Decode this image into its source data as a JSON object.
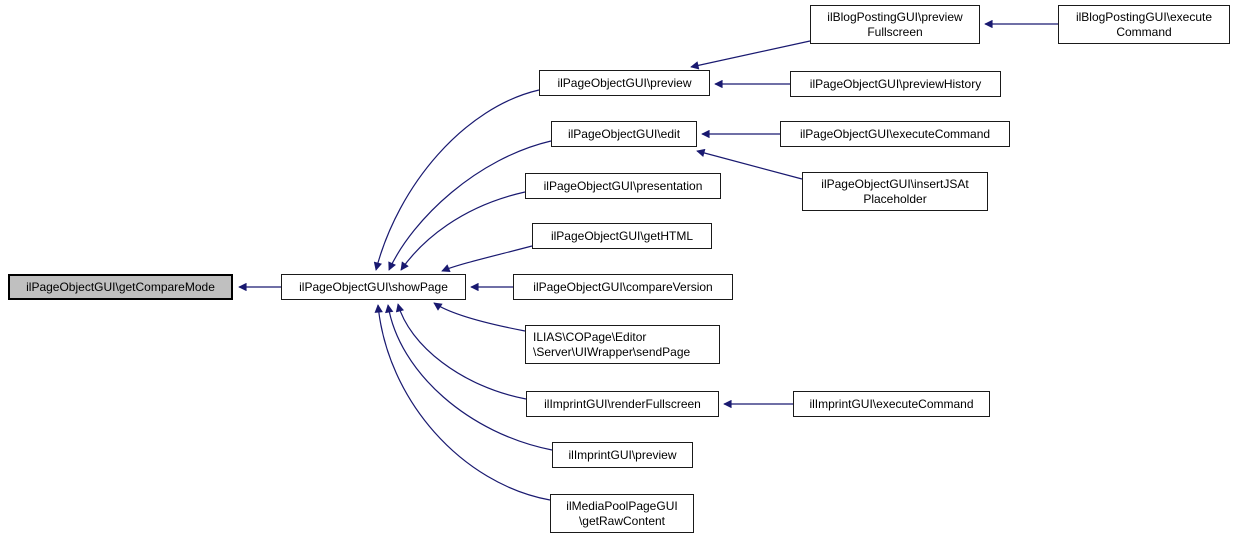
{
  "diagram": {
    "type": "call-graph",
    "colors": {
      "edge": "#191970",
      "node_border": "#1a1a1a",
      "current_node_fill": "#c0c0c0",
      "node_fill": "#ffffff"
    },
    "nodes": {
      "getCompareMode": {
        "label": "ilPageObjectGUI\\getCompareMode",
        "current": true
      },
      "showPage": {
        "label": "ilPageObjectGUI\\showPage"
      },
      "previewFullscreen": {
        "lines": [
          "ilBlogPostingGUI\\preview",
          "Fullscreen"
        ]
      },
      "blogExecuteCommand": {
        "lines": [
          "ilBlogPostingGUI\\execute",
          "Command"
        ]
      },
      "preview": {
        "label": "ilPageObjectGUI\\preview"
      },
      "previewHistory": {
        "label": "ilPageObjectGUI\\previewHistory"
      },
      "edit": {
        "label": "ilPageObjectGUI\\edit"
      },
      "pageExecuteCommand": {
        "label": "ilPageObjectGUI\\executeCommand"
      },
      "insertJSAtPlaceholder": {
        "lines": [
          "ilPageObjectGUI\\insertJSAt",
          "Placeholder"
        ]
      },
      "presentation": {
        "label": "ilPageObjectGUI\\presentation"
      },
      "getHTML": {
        "label": "ilPageObjectGUI\\getHTML"
      },
      "compareVersion": {
        "label": "ilPageObjectGUI\\compareVersion"
      },
      "sendPage": {
        "lines": [
          "ILIAS\\COPage\\Editor",
          "\\Server\\UIWrapper\\sendPage"
        ]
      },
      "renderFullscreen": {
        "label": "ilImprintGUI\\renderFullscreen"
      },
      "imprintExecuteCommand": {
        "label": "ilImprintGUI\\executeCommand"
      },
      "imprintPreview": {
        "label": "ilImprintGUI\\preview"
      },
      "getRawContent": {
        "lines": [
          "ilMediaPoolPageGUI",
          "\\getRawContent"
        ]
      }
    },
    "edges": [
      {
        "from": "showPage",
        "to": "getCompareMode"
      },
      {
        "from": "preview",
        "to": "showPage"
      },
      {
        "from": "edit",
        "to": "showPage"
      },
      {
        "from": "presentation",
        "to": "showPage"
      },
      {
        "from": "getHTML",
        "to": "showPage"
      },
      {
        "from": "compareVersion",
        "to": "showPage"
      },
      {
        "from": "sendPage",
        "to": "showPage"
      },
      {
        "from": "renderFullscreen",
        "to": "showPage"
      },
      {
        "from": "imprintPreview",
        "to": "showPage"
      },
      {
        "from": "getRawContent",
        "to": "showPage"
      },
      {
        "from": "previewFullscreen",
        "to": "preview"
      },
      {
        "from": "previewHistory",
        "to": "preview"
      },
      {
        "from": "blogExecuteCommand",
        "to": "previewFullscreen"
      },
      {
        "from": "pageExecuteCommand",
        "to": "edit"
      },
      {
        "from": "insertJSAtPlaceholder",
        "to": "edit"
      },
      {
        "from": "imprintExecuteCommand",
        "to": "renderFullscreen"
      }
    ]
  }
}
